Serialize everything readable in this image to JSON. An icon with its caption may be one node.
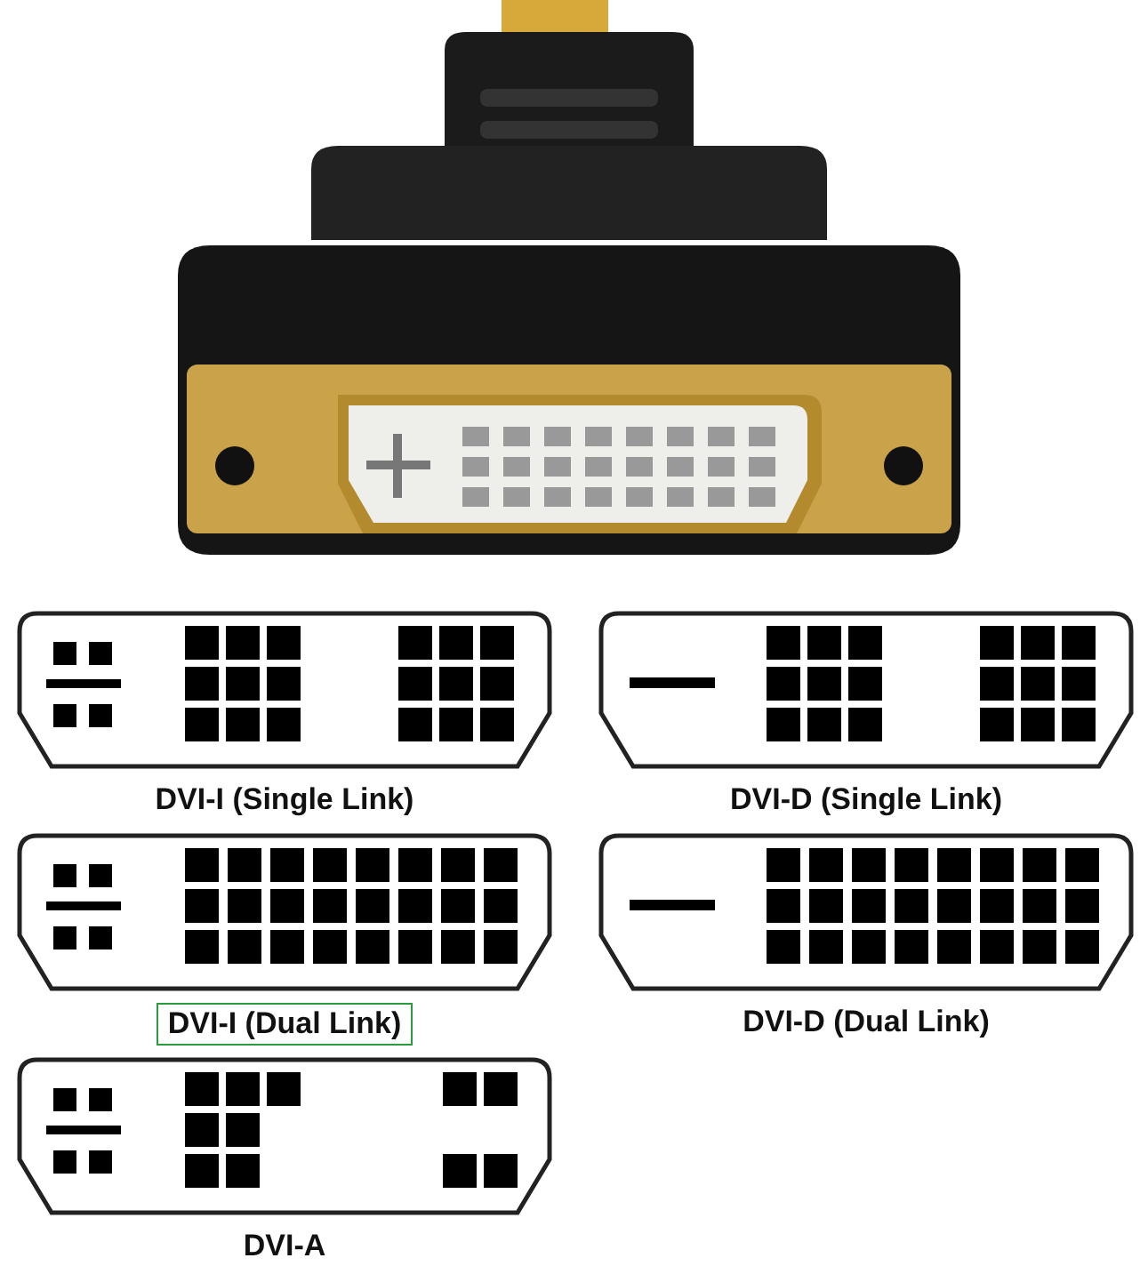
{
  "diagram": {
    "nodes": [
      {
        "text": [
          "DVI-I (Single Link)"
        ]
      },
      {
        "text": [
          "DVI-D (Single Link)"
        ]
      },
      {
        "text": [
          "DVI-I (Dual Link)"
        ]
      },
      {
        "text": [
          "DVI-D (Dual Link)"
        ]
      },
      {
        "text": [
          "DVI-A"
        ]
      }
    ]
  }
}
